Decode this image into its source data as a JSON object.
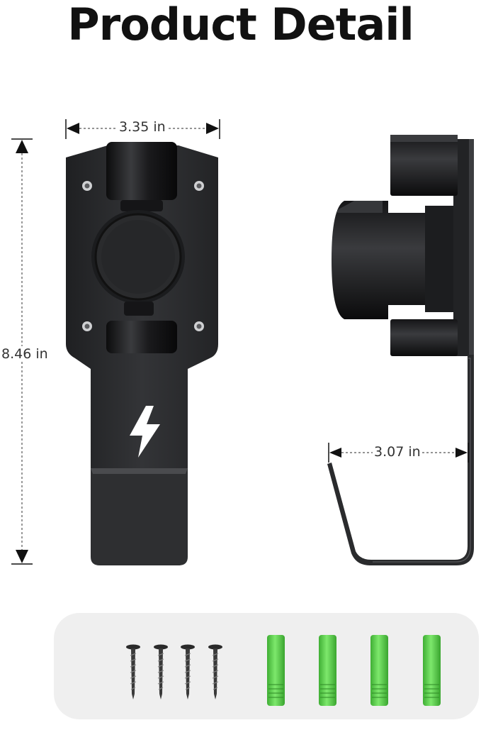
{
  "title": "Product Detail",
  "dimensions": {
    "width": "3.35 in",
    "height": "8.46 in",
    "depth": "3.07 in"
  },
  "hardware": {
    "screws": 4,
    "wall_anchors": 4,
    "anchor_color": "#58d14a",
    "screw_color": "#2a2a2a"
  },
  "colors": {
    "bracket": "#2b2c2e",
    "background": "#ffffff",
    "tray": "#efefef"
  }
}
